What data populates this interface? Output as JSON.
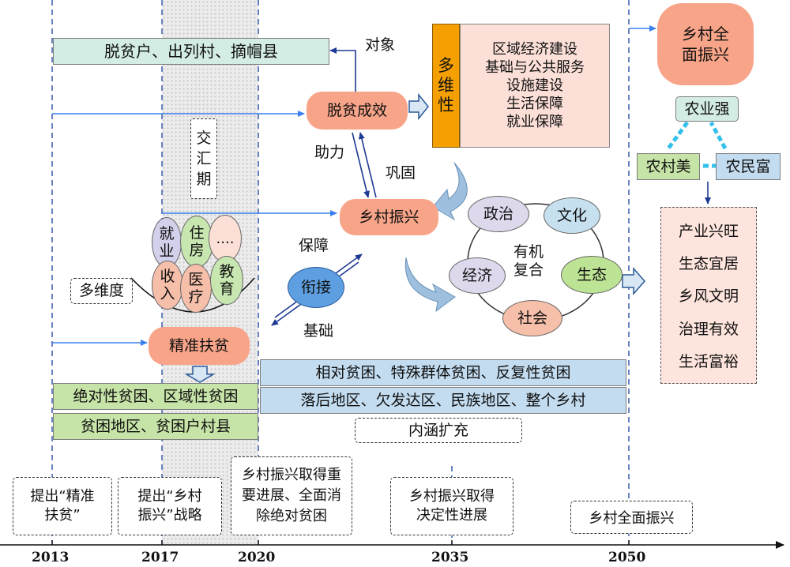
{
  "timeline": {
    "years": [
      "2013",
      "2017",
      "2020",
      "2035",
      "2050"
    ]
  },
  "milestones": {
    "m2013": [
      "提出“精准",
      "扶贫”"
    ],
    "m2017": [
      "提出“乡村",
      "振兴”战略"
    ],
    "m2020": [
      "乡村振兴取得重",
      "要进展、全面消",
      "除绝对贫困"
    ],
    "m2035": [
      "乡村振兴取得",
      "决定性进展"
    ],
    "m2050": "乡村全面振兴"
  },
  "targets_bar": "脱贫户、出列村、摘帽县",
  "object_label": "对象",
  "success": "脱贫成效",
  "multi": {
    "label": [
      "多",
      "维",
      "性"
    ],
    "items": [
      "区域经济建设",
      "基础与公共服务",
      "设施建设",
      "生活保障",
      "就业保障"
    ]
  },
  "help_label": "助力",
  "consolidate_label": "巩固",
  "revival": "乡村振兴",
  "intersect": [
    "交",
    "汇",
    "期"
  ],
  "circles": {
    "employment": [
      "就",
      "业"
    ],
    "housing": [
      "住",
      "房"
    ],
    "more": "....",
    "income": [
      "收",
      "入"
    ],
    "medical": [
      "医",
      "疗"
    ],
    "education": [
      "教",
      "育"
    ]
  },
  "multidim": "多维度",
  "precision": "精准扶贫",
  "guarantee_label": "保障",
  "link": "衔接",
  "basis_label": "基础",
  "cycle": {
    "politics": "政治",
    "culture": "文化",
    "economy": "经济",
    "ecology": "生态",
    "society": "社会",
    "center": [
      "有机",
      "复合"
    ]
  },
  "left_lists": [
    "绝对性贫困、区域性贫困",
    "贫困地区、贫困户村县"
  ],
  "right_lists": [
    "相对贫困、特殊群体贫困、反复性贫困",
    "落后地区、欠发达区、民族地区、整个乡村"
  ],
  "expand": "内涵扩充",
  "full": [
    "乡村全",
    "面振兴"
  ],
  "triad": {
    "strong": "农业强",
    "beautiful": "农村美",
    "rich": "农民富"
  },
  "goals": [
    "产业兴旺",
    "生态宜居",
    "乡风文明",
    "治理有效",
    "生活富裕"
  ]
}
